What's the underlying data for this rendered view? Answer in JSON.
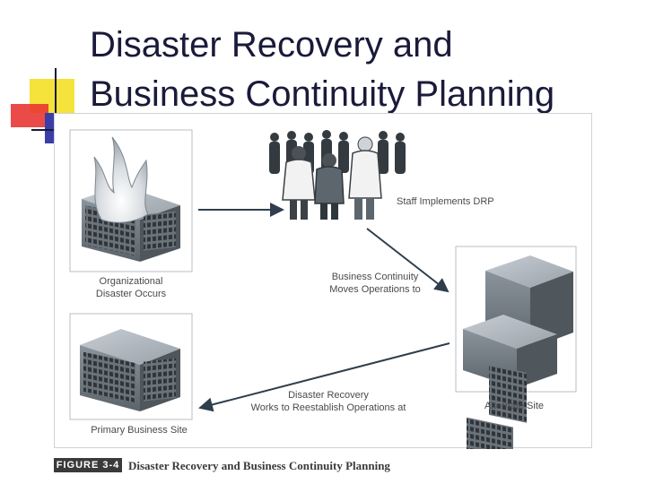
{
  "slide": {
    "title_line1": "Disaster Recovery and",
    "title_line2": "Business Continuity Planning",
    "accent_colors": {
      "yellow": "#f5e23a",
      "red": "#e8322f",
      "blue": "#3a3fa8"
    }
  },
  "figure": {
    "tag": "FIGURE 3-4",
    "caption": "Disaster Recovery and Business Continuity Planning",
    "labels": {
      "staff": "Staff Implements DRP",
      "disaster_1": "Organizational",
      "disaster_2": "Disaster Occurs",
      "bc_1": "Business Continuity",
      "bc_2": "Moves Operations to",
      "dr_1": "Disaster Recovery",
      "dr_2": "Works to Reestablish Operations at",
      "primary": "Primary Business Site",
      "alternate": "Alternate Site"
    }
  }
}
